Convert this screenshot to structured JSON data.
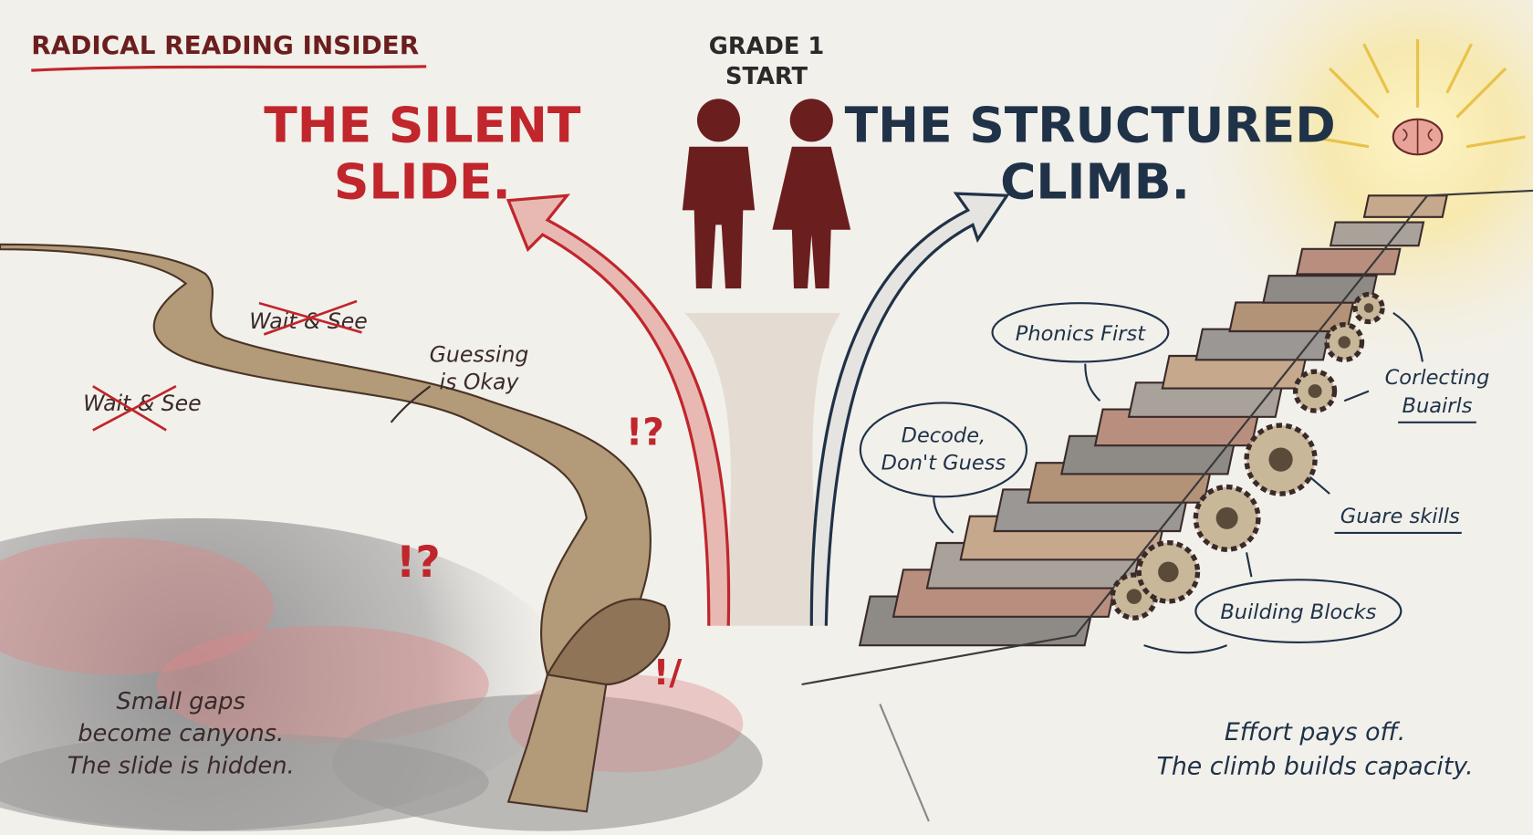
{
  "brand": {
    "title": "RADICAL READING INSIDER"
  },
  "start": {
    "line1": "GRADE 1",
    "line2": "START"
  },
  "left_path": {
    "title_line1": "THE SILENT",
    "title_line2": "SLIDE.",
    "crossed_labels": [
      "Wait & See",
      "Wait & See"
    ],
    "label_guessing_line1": "Guessing",
    "label_guessing_line2": "is Okay",
    "alarm_marks": [
      "!?",
      "!?",
      "!/"
    ],
    "caption_lines": [
      "Small gaps",
      "become canyons.",
      "The slide is hidden."
    ]
  },
  "right_path": {
    "title_line1": "THE STRUCTURED",
    "title_line2": "CLIMB.",
    "bubbles": [
      "Phonics First",
      "Decode,",
      "Don't Guess",
      "Building Blocks"
    ],
    "labels": [
      "Corlecting",
      "Buairls",
      "Guare skills"
    ],
    "caption_lines": [
      "Effort pays off.",
      "The climb builds capacity."
    ]
  },
  "colors": {
    "background": "#f2f0eb",
    "slide_red": "#c0262c",
    "climb_navy": "#1f3248",
    "ink": "#3a2a2a",
    "path_brown": "#a8906f",
    "sun_yellow": "#f6d86a"
  },
  "icons": [
    "children-silhouette",
    "brain-icon",
    "sun-icon",
    "gear-icon",
    "book-stack"
  ]
}
